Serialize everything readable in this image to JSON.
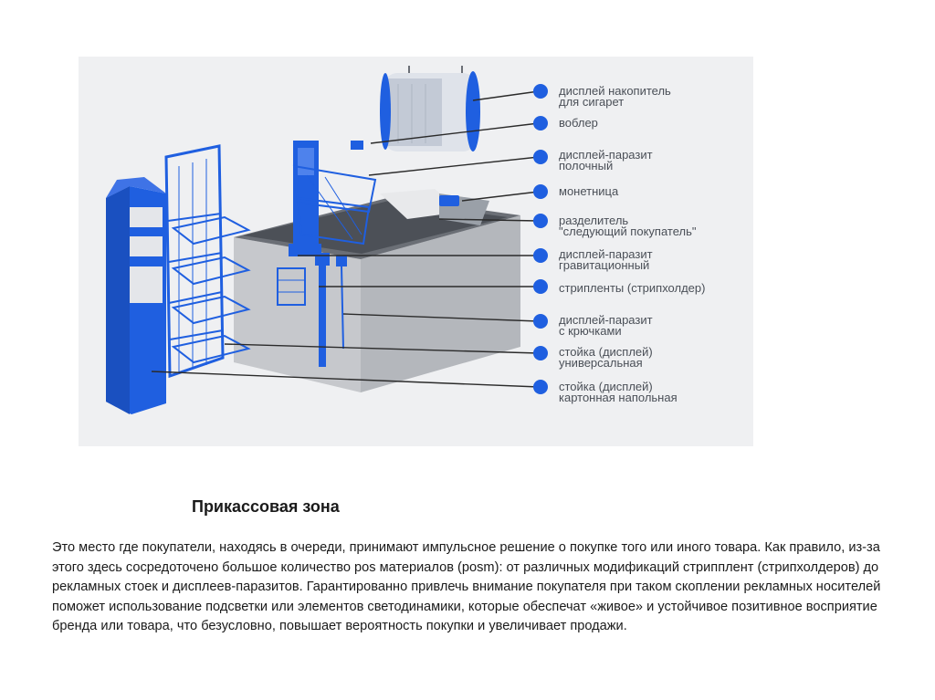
{
  "figure": {
    "colors": {
      "accent": "#1f5fe0",
      "counter_gray": "#c9cbcf",
      "background": "#eff0f2"
    },
    "legend": [
      {
        "label": "дисплей накопитель\nдля сигарет"
      },
      {
        "label": "воблер"
      },
      {
        "label": "дисплей-паразит\nполочный"
      },
      {
        "label": "монетница"
      },
      {
        "label": "разделитель\n\"следующий покупатель\""
      },
      {
        "label": "дисплей-паразит\nгравитационный"
      },
      {
        "label": "стрипленты (стрипхолдер)"
      },
      {
        "label": "дисплей-паразит\nс крючками"
      },
      {
        "label": "стойка (дисплей)\nуниверсальная"
      },
      {
        "label": "стойка (дисплей)\nкартонная напольная"
      }
    ]
  },
  "section": {
    "title": "Прикассовая зона",
    "paragraph": "Это место где покупатели, находясь в очереди, принимают импульсное решение о покупке того или иного товара. Как правило, из-за этого здесь сосредоточено большое количество pos материалов (posm): от различных модификаций стрипплент (стрипхолдеров) до рекламных стоек и дисплеев-паразитов. Гарантированно привлечь внимание покупателя при таком скоплении рекламных носителей поможет использование подсветки или элементов светодинамики, которые обеспечат «живое» и устойчивое позитивное восприятие бренда или товара, что безусловно, повышает вероятность покупки и увеличивает продажи."
  }
}
